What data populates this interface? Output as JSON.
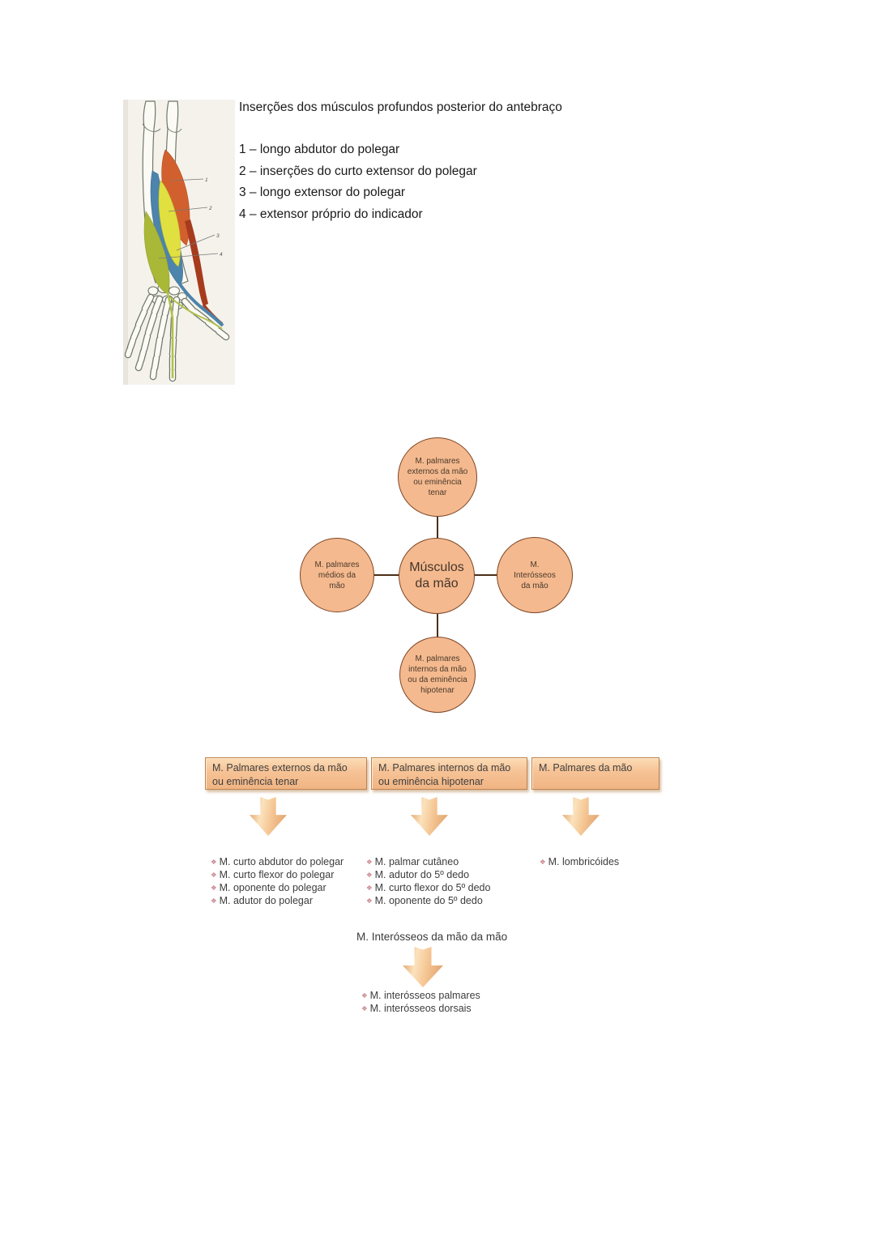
{
  "colors": {
    "node_fill": "#f4b98e",
    "node_border": "#7d4524",
    "header_box_fill": "#f4bd8f",
    "arrow_fill": "#f3c296",
    "bullet_glyph": "#c9868f",
    "figure_orange": "#d2602e",
    "figure_blue": "#4c84ab",
    "figure_yellow": "#e0e040",
    "figure_olive": "#aab838"
  },
  "intro": {
    "title": "Inserções dos músculos profundos posterior do antebraço",
    "items": [
      "1 – longo abdutor do polegar",
      "2 – inserções do curto extensor do polegar",
      "3 – longo extensor do polegar",
      "4 – extensor próprio do indicador"
    ]
  },
  "figure": {
    "labels": [
      "1",
      "2",
      "3",
      "4"
    ]
  },
  "hub_diagram": {
    "top": "M. palmares externos da mão ou eminência tenar",
    "left": "M. palmares médios da mão",
    "center": "Músculos da mão",
    "right": "M. Interósseos da mão",
    "bottom": "M. palmares internos da mão ou da eminência hipotenar"
  },
  "branches": [
    {
      "header": "M. Palmares externos da mão ou eminência tenar",
      "items": [
        "M. curto abdutor do polegar",
        "M. curto flexor do polegar",
        "M. oponente do polegar",
        "M. adutor do polegar"
      ]
    },
    {
      "header": "M. Palmares internos da mão ou eminência hipotenar",
      "items": [
        "M. palmar cutâneo",
        "M. adutor do 5º dedo",
        "M. curto flexor do 5º dedo",
        "M. oponente do 5º dedo"
      ]
    },
    {
      "header": "M. Palmares da mão",
      "items": [
        "M. lombricóides"
      ]
    }
  ],
  "interosseos": {
    "heading": "M. Interósseos da mão da mão",
    "items": [
      "M. interósseos palmares",
      "M. interósseos dorsais"
    ]
  }
}
